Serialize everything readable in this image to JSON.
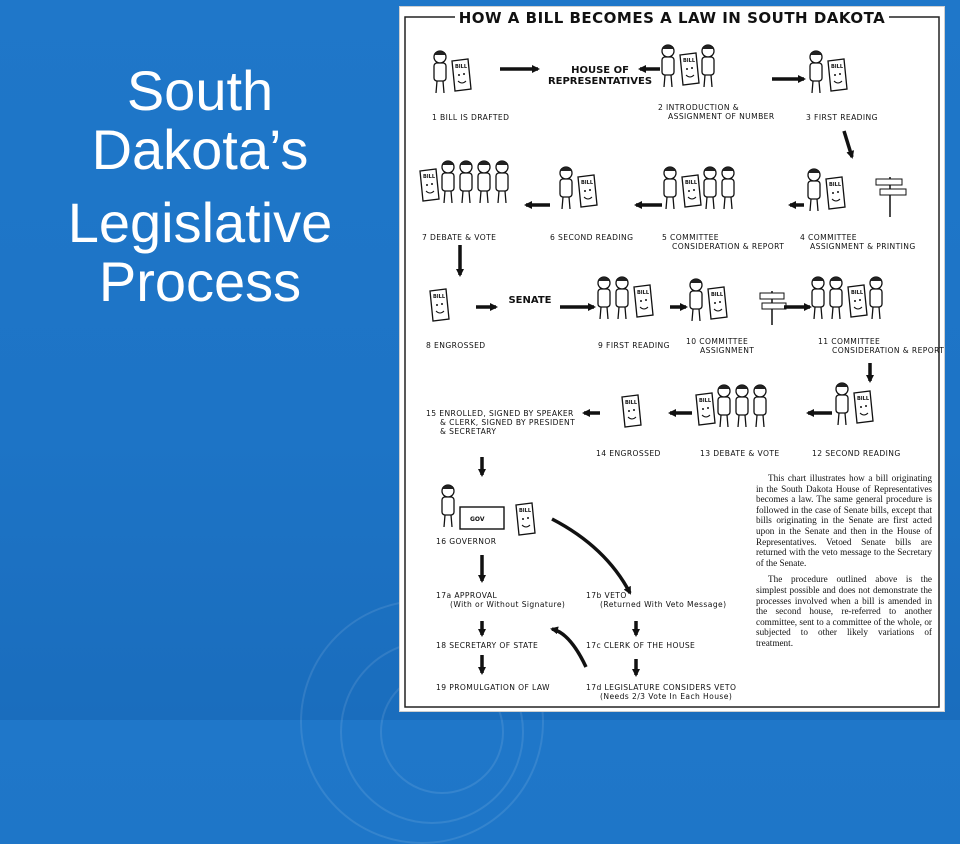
{
  "slide": {
    "title_lines": [
      "South",
      "Dakota’s",
      "Legislative",
      "Process"
    ]
  },
  "chart": {
    "title": "HOW A BILL BECOMES A LAW IN SOUTH DAKOTA",
    "chambers": {
      "house": [
        "HOUSE OF",
        "REPRESENTATIVES"
      ],
      "senate": "SENATE"
    },
    "figure_text": {
      "bill": "BILL",
      "gov": "GOV"
    },
    "steps": [
      {
        "id": "1",
        "lines": [
          "1  BILL IS DRAFTED"
        ]
      },
      {
        "id": "2",
        "lines": [
          "2  INTRODUCTION &",
          "ASSIGNMENT OF NUMBER"
        ]
      },
      {
        "id": "3",
        "lines": [
          "3  FIRST READING"
        ]
      },
      {
        "id": "4",
        "lines": [
          "4  COMMITTEE",
          "ASSIGNMENT & PRINTING"
        ]
      },
      {
        "id": "5",
        "lines": [
          "5  COMMITTEE",
          "CONSIDERATION & REPORT"
        ]
      },
      {
        "id": "6",
        "lines": [
          "6  SECOND READING"
        ]
      },
      {
        "id": "7",
        "lines": [
          "7  DEBATE & VOTE"
        ]
      },
      {
        "id": "8",
        "lines": [
          "8  ENGROSSED"
        ]
      },
      {
        "id": "9",
        "lines": [
          "9  FIRST READING"
        ]
      },
      {
        "id": "10",
        "lines": [
          "10  COMMITTEE",
          "ASSIGNMENT"
        ]
      },
      {
        "id": "11",
        "lines": [
          "11  COMMITTEE",
          "CONSIDERATION & REPORT"
        ]
      },
      {
        "id": "12",
        "lines": [
          "12  SECOND READING"
        ]
      },
      {
        "id": "13",
        "lines": [
          "13  DEBATE & VOTE"
        ]
      },
      {
        "id": "14",
        "lines": [
          "14  ENGROSSED"
        ]
      },
      {
        "id": "15",
        "lines": [
          "15  ENROLLED, SIGNED BY SPEAKER",
          "& CLERK, SIGNED BY PRESIDENT",
          "& SECRETARY"
        ]
      },
      {
        "id": "16",
        "lines": [
          "16  GOVERNOR"
        ]
      },
      {
        "id": "17a",
        "lines": [
          "17a  APPROVAL",
          "(With or Without Signature)"
        ]
      },
      {
        "id": "17b",
        "lines": [
          "17b  VETO",
          "(Returned With Veto Message)"
        ]
      },
      {
        "id": "17c",
        "lines": [
          "17c  CLERK OF THE HOUSE"
        ]
      },
      {
        "id": "17d",
        "lines": [
          "17d  LEGISLATURE CONSIDERS VETO",
          "(Needs 2/3 Vote In Each House)"
        ]
      },
      {
        "id": "18",
        "lines": [
          "18  SECRETARY OF STATE"
        ]
      },
      {
        "id": "19",
        "lines": [
          "19  PROMULGATION OF LAW"
        ]
      }
    ],
    "note": [
      "This chart illustrates how a bill originating in the South Dakota House of Representatives becomes a law. The same general procedure is followed in the case of Senate bills, except that bills originating in the Senate are first acted upon in the Senate and then in the House of Representatives. Vetoed Senate bills are returned with the veto message to the Secretary of the Senate.",
      "The procedure outlined above is the simplest possible and does not demonstrate the processes involved when a bill is amended in the second house, re-referred to another committee, sent to a committee of the whole, or subjected to other likely variations of treatment."
    ]
  }
}
